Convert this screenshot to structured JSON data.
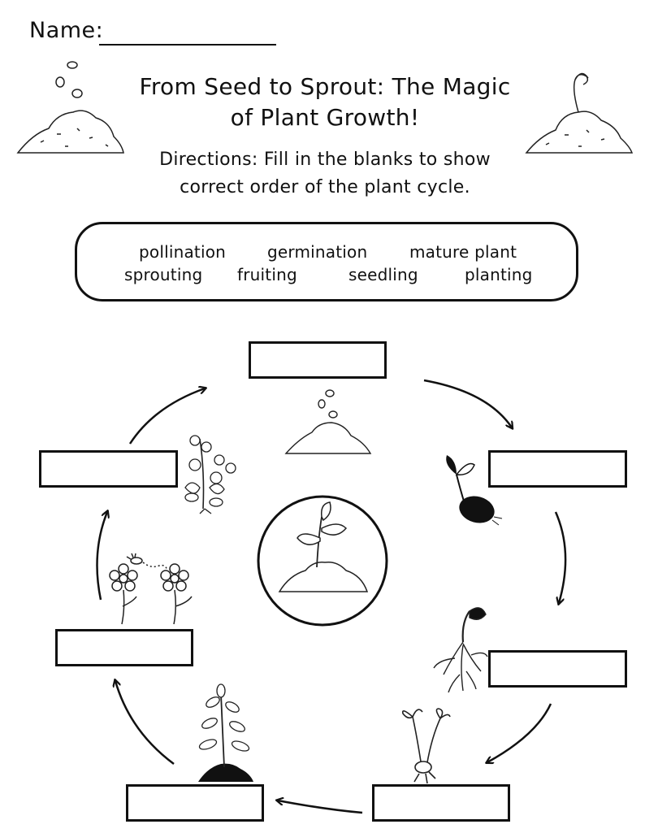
{
  "header": {
    "name_label": "Name:"
  },
  "title": {
    "line1": "From Seed to Sprout: The Magic",
    "line2": "of Plant Growth!"
  },
  "directions": {
    "line1": "Directions: Fill in the blanks to show",
    "line2": "correct order of the plant cycle."
  },
  "word_bank": {
    "words": [
      "pollination",
      "germination",
      "mature plant",
      "sprouting",
      "fruiting",
      "seedling",
      "planting"
    ]
  },
  "answer_boxes": [
    "",
    "",
    "",
    "",
    "",
    "",
    ""
  ],
  "icons": [
    "seed-pile-icon",
    "sprout-pile-icon",
    "germinating-seed-icon",
    "root-sprout-icon",
    "seedling-icon",
    "mature-plant-icon",
    "flowers-bee-icon",
    "fruiting-plant-icon",
    "center-seedling-icon"
  ]
}
